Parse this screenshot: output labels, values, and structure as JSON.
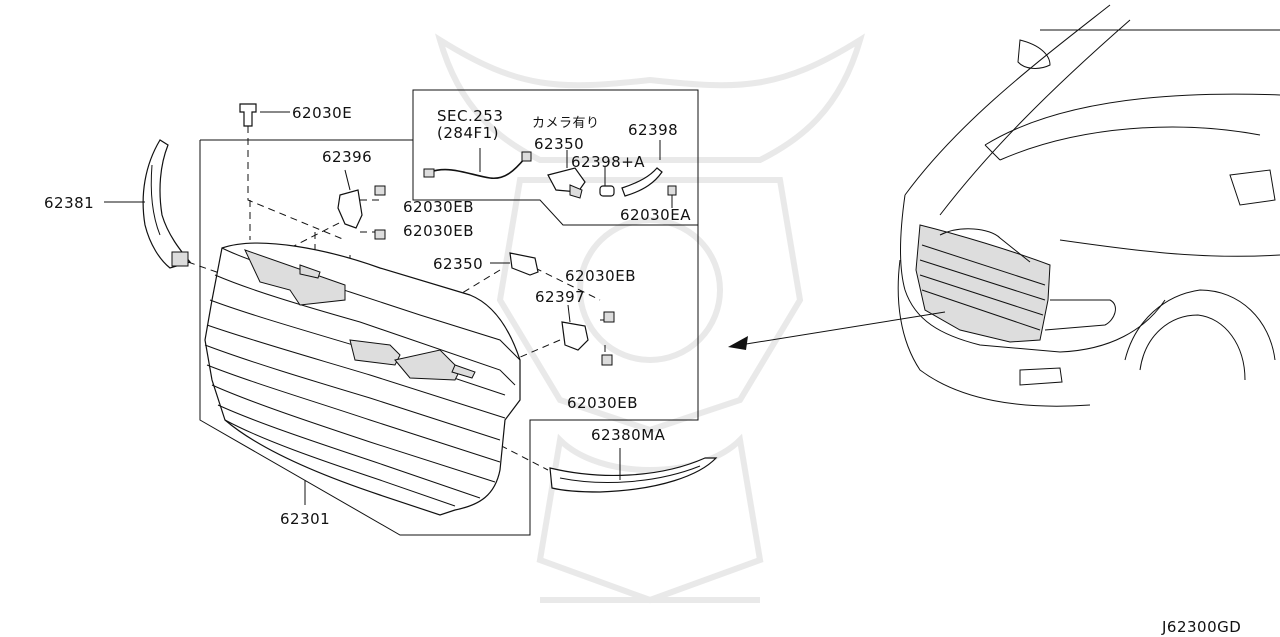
{
  "diagram_code": "J62300GD",
  "box_labels": {
    "sec_ref": "SEC.253",
    "sec_sub": "(284F1)",
    "camera_note": "カメラ有り"
  },
  "part_labels": {
    "p62030E": "62030E",
    "p62381": "62381",
    "p62396": "62396",
    "p62030EB_1": "62030EB",
    "p62030EB_2": "62030EB",
    "p62350_box": "62350",
    "p62398A": "62398+A",
    "p62398": "62398",
    "p62030EA": "62030EA",
    "p62350": "62350",
    "p62030EB_3": "62030EB",
    "p62397": "62397",
    "p62030EB_4": "62030EB",
    "p62380MA": "62380MA",
    "p62301": "62301"
  }
}
